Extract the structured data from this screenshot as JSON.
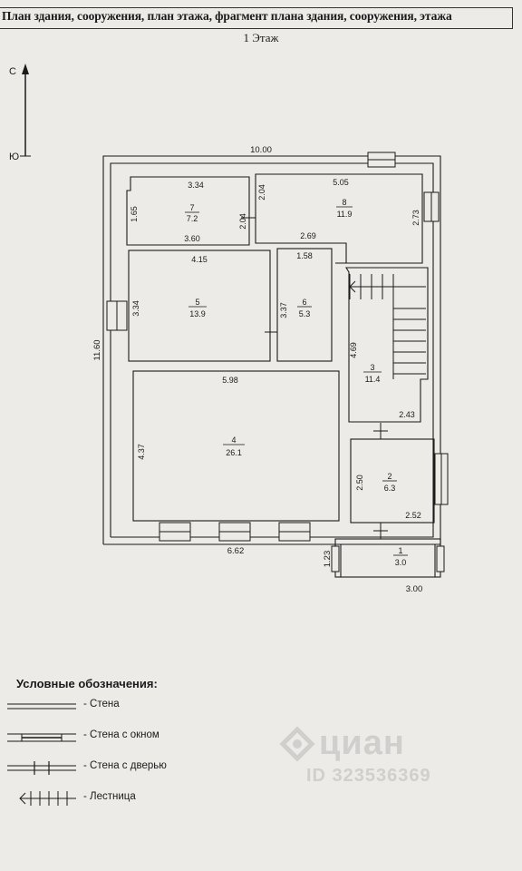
{
  "document": {
    "title": "План здания, сооружения, план этажа, фрагмент плана здания, сооружения, этажа",
    "floor": "1 Этаж"
  },
  "compass": {
    "north": "С",
    "south": "Ю"
  },
  "dimensions": {
    "overall_width": "10.00",
    "overall_height": "11.60",
    "bottom_left": "6.62",
    "room1_left": "1.23",
    "room1_bottom": "3.00"
  },
  "rooms": [
    {
      "number": "7",
      "area": "7.2",
      "dims": [
        "3.34",
        "3.60",
        "1.65",
        "2.04"
      ]
    },
    {
      "number": "8",
      "area": "11.9",
      "dims": [
        "5.05",
        "2.69",
        "2.04",
        "2.73"
      ]
    },
    {
      "number": "5",
      "area": "13.9",
      "dims": [
        "4.15",
        "3.34"
      ]
    },
    {
      "number": "6",
      "area": "5.3",
      "dims": [
        "1.58",
        "3.37"
      ]
    },
    {
      "number": "3",
      "area": "11.4",
      "dims": [
        "4.69",
        "2.43"
      ]
    },
    {
      "number": "4",
      "area": "26.1",
      "dims": [
        "5.98",
        "4.37"
      ]
    },
    {
      "number": "2",
      "area": "6.3",
      "dims": [
        "2.50",
        "2.52"
      ]
    },
    {
      "number": "1",
      "area": "3.0",
      "dims": []
    }
  ],
  "legend": {
    "title": "Условные обозначения:",
    "items": [
      {
        "label": "- Стена",
        "symbol": "wall-icon"
      },
      {
        "label": "- Стена с окном",
        "symbol": "wall-window-icon"
      },
      {
        "label": "- Стена с дверью",
        "symbol": "wall-door-icon"
      },
      {
        "label": "- Лестница",
        "symbol": "stairs-icon"
      }
    ]
  },
  "watermark": {
    "brand": "циан",
    "id": "ID 323536369"
  },
  "colors": {
    "paper": "#ecebe7",
    "ink": "#1a1a1a",
    "watermark": "#b9b9b9"
  }
}
